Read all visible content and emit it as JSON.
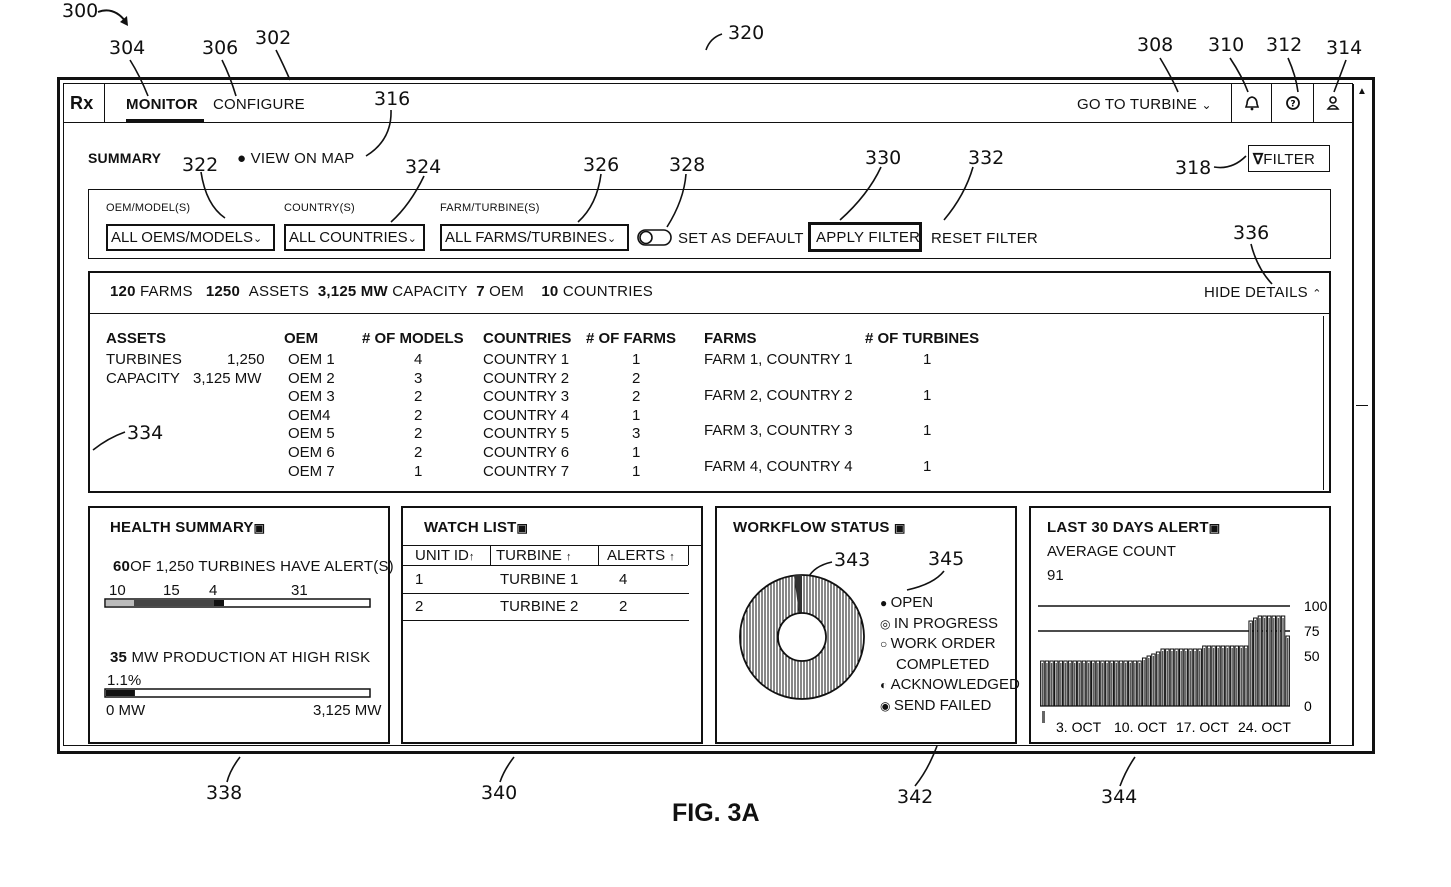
{
  "figure": {
    "label": "FIG. 3A",
    "refs": {
      "r300": "300",
      "r302": "302",
      "r304": "304",
      "r306": "306",
      "r308": "308",
      "r310": "310",
      "r312": "312",
      "r314": "314",
      "r316": "316",
      "r318": "318",
      "r320": "320",
      "r322": "322",
      "r324": "324",
      "r326": "326",
      "r328": "328",
      "r330": "330",
      "r332": "332",
      "r334": "334",
      "r336": "336",
      "r338": "338",
      "r340": "340",
      "r342": "342",
      "r343": "343",
      "r344": "344",
      "r345": "345"
    }
  },
  "app": {
    "logo": "Rx",
    "tabs": {
      "monitor": "MONITOR",
      "configure": "CONFIGURE"
    },
    "goto": "GO TO TURBINE",
    "icons": {
      "bell": "bell-icon",
      "help": "help-icon",
      "user": "user-icon"
    }
  },
  "summary": {
    "title": "SUMMARY",
    "view_on_map": "VIEW ON MAP",
    "filter_button": "FILTER"
  },
  "filters": {
    "oem_label": "OEM/MODEL(S)",
    "oem_value": "ALL OEMS/MODELS",
    "country_label": "COUNTRY(S)",
    "country_value": "ALL COUNTRIES",
    "farm_label": "FARM/TURBINE(S)",
    "farm_value": "ALL FARMS/TURBINES",
    "set_default": "SET AS DEFAULT",
    "apply": "APPLY FILTER",
    "reset": "RESET FILTER"
  },
  "stats": {
    "farms_num": "120",
    "farms_label": "FARMS",
    "assets_num": "1250",
    "assets_label": "ASSETS",
    "capacity_num": "3,125 MW",
    "capacity_label": "CAPACITY",
    "oem_num": "7",
    "oem_label": "OEM",
    "countries_num": "10",
    "countries_label": "COUNTRIES",
    "hide_details": "HIDE DETAILS"
  },
  "details": {
    "headers": {
      "assets": "ASSETS",
      "oem": "OEM",
      "models": "# OF MODELS",
      "countries": "COUNTRIES",
      "farms_count": "# OF FARMS",
      "farms": "FARMS",
      "turbines": "# OF TURBINES"
    },
    "assets": {
      "turbines_label": "TURBINES",
      "turbines_value": "1,250",
      "capacity_label": "CAPACITY",
      "capacity_value": "3,125 MW"
    },
    "oem_rows": [
      {
        "oem": "OEM 1",
        "models": "4",
        "country": "COUNTRY 1",
        "farms": "1"
      },
      {
        "oem": "OEM 2",
        "models": "3",
        "country": "COUNTRY 2",
        "farms": "2"
      },
      {
        "oem": "OEM 3",
        "models": "2",
        "country": "COUNTRY 3",
        "farms": "2"
      },
      {
        "oem": "OEM4",
        "models": "2",
        "country": "COUNTRY 4",
        "farms": "1"
      },
      {
        "oem": "OEM 5",
        "models": "2",
        "country": "COUNTRY 5",
        "farms": "3"
      },
      {
        "oem": "OEM 6",
        "models": "2",
        "country": "COUNTRY 6",
        "farms": "1"
      },
      {
        "oem": "OEM 7",
        "models": "1",
        "country": "COUNTRY 7",
        "farms": "1"
      }
    ],
    "farm_rows": [
      {
        "farm": "FARM 1, COUNTRY 1",
        "turbines": "1"
      },
      {
        "farm": "FARM 2, COUNTRY 2",
        "turbines": "1"
      },
      {
        "farm": "FARM 3, COUNTRY 3",
        "turbines": "1"
      },
      {
        "farm": "FARM 4, COUNTRY 4",
        "turbines": "1"
      }
    ]
  },
  "health": {
    "title": "HEALTH SUMMARY",
    "alert_num": "60",
    "alert_text": "OF 1,250 TURBINES HAVE ALERT(S)",
    "segments": [
      "10",
      "15",
      "4",
      "31"
    ],
    "risk_num": "35",
    "risk_text": "MW PRODUCTION AT HIGH RISK",
    "risk_percent": "1.1%",
    "risk_fraction": 0.011,
    "min_label": "0 MW",
    "max_label": "3,125 MW"
  },
  "watch": {
    "title": "WATCH LIST",
    "columns": [
      "UNIT ID",
      "TURBINE",
      "ALERTS"
    ],
    "rows": [
      {
        "unit": "1",
        "turbine": "TURBINE 1",
        "alerts": "4"
      },
      {
        "unit": "2",
        "turbine": "TURBINE 2",
        "alerts": "2"
      }
    ]
  },
  "workflow": {
    "title": "WORKFLOW STATUS",
    "legend": [
      "OPEN",
      "IN PROGRESS",
      "WORK ORDER",
      "COMPLETED",
      "ACKNOWLEDGED",
      "SEND FAILED"
    ]
  },
  "alerts": {
    "title": "LAST 30 DAYS ALERT",
    "subtitle": "AVERAGE COUNT",
    "average": "91",
    "chart_data": {
      "type": "bar",
      "yticks": [
        "100",
        "75",
        "50",
        "0"
      ],
      "ylim": [
        0,
        100
      ],
      "xticks": [
        "3. OCT",
        "10. OCT",
        "17. OCT",
        "24. OCT"
      ],
      "values": [
        45,
        45,
        45,
        45,
        45,
        45,
        45,
        45,
        45,
        45,
        45,
        45,
        45,
        45,
        45,
        45,
        45,
        45,
        45,
        45,
        45,
        45,
        48,
        50,
        52,
        54,
        57,
        57,
        57,
        57,
        57,
        57,
        57,
        57,
        57,
        60,
        60,
        60,
        60,
        60,
        60,
        60,
        60,
        60,
        60,
        85,
        88,
        90,
        90,
        90,
        90,
        90,
        90,
        70
      ]
    }
  }
}
